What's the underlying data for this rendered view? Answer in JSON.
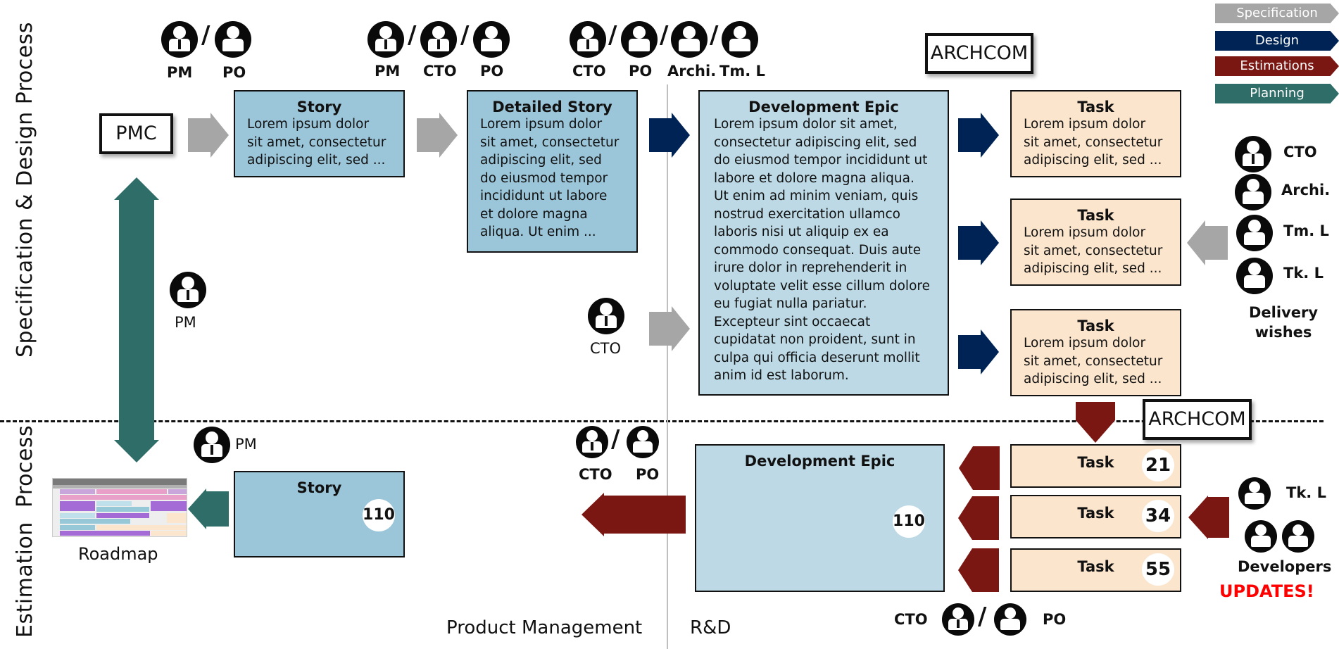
{
  "sections": {
    "top": "Specification & Design Process",
    "bottom": "Estimation  Process"
  },
  "legend": [
    {
      "label": "Specification",
      "color": "#a6a6a6"
    },
    {
      "label": "Design",
      "color": "#002355"
    },
    {
      "label": "Estimations",
      "color": "#7b1712"
    },
    {
      "label": "Planning",
      "color": "#2f6e68"
    }
  ],
  "top_flow": {
    "pmc": "PMC",
    "archcom": "ARCHCOM",
    "roles_story": [
      "PM",
      "PO"
    ],
    "roles_detailed": [
      "PM",
      "CTO",
      "PO"
    ],
    "roles_epic": [
      "CTO",
      "PO",
      "Archi.",
      "Tm. L"
    ],
    "side_pm": "PM",
    "side_cto": "CTO",
    "story": {
      "title": "Story",
      "body": "Lorem ipsum dolor\nsit amet, consectetur\nadipiscing  elit, sed  ..."
    },
    "detailed_story": {
      "title": "Detailed Story",
      "body": "Lorem ipsum dolor\nsit amet, consectetur\nadipiscing  elit, sed\ndo eiusmod  tempor\nincididunt ut labore\net dolore magna\naliqua. Ut enim ..."
    },
    "development_epic": {
      "title": "Development Epic",
      "body": "Lorem ipsum dolor sit amet,\nconsectetur adipiscing elit, sed\ndo eiusmod tempor incididunt ut\nlabore et dolore magna aliqua.\nUt enim ad minim veniam, quis\nnostrud exercitation ullamco\nlaboris nisi ut aliquip ex ea\ncommodo consequat. Duis aute\nirure dolor in reprehenderit in\nvoluptate velit esse cillum dolore\neu fugiat nulla pariatur.\nExcepteur sint occaecat\ncupidatat non proident, sunt in\nculpa qui officia deserunt mollit\nanim id est laborum."
    },
    "tasks": [
      {
        "title": "Task",
        "body": "Lorem ipsum dolor\nsit amet, consectetur\nadipiscing  elit, sed  ..."
      },
      {
        "title": "Task",
        "body": "Lorem ipsum dolor\nsit amet, consectetur\nadipiscing  elit, sed  ..."
      },
      {
        "title": "Task",
        "body": "Lorem ipsum dolor\nsit amet, consectetur\nadipiscing  elit, sed  ..."
      }
    ],
    "delivery_roles": [
      "CTO",
      "Archi.",
      "Tm. L",
      "Tk. L"
    ],
    "delivery_label": "Delivery\nwishes"
  },
  "bottom_flow": {
    "archcom": "ARCHCOM",
    "pm_label": "PM",
    "roadmap_label": "Roadmap",
    "story": {
      "title": "Story",
      "points": "110"
    },
    "epic_roles": [
      "CTO",
      "PO"
    ],
    "development_epic": {
      "title": "Development Epic",
      "points": "110"
    },
    "tasks": [
      {
        "title": "Task",
        "points": "21"
      },
      {
        "title": "Task",
        "points": "34"
      },
      {
        "title": "Task",
        "points": "55"
      }
    ],
    "task_roles": [
      "CTO",
      "PO"
    ],
    "tk_label": "Tk. L",
    "developers_label": "Developers",
    "updates_label": "UPDATES!",
    "updates_color": "#ff0000"
  },
  "footer": {
    "left": "Product Management",
    "right": "R&D"
  }
}
